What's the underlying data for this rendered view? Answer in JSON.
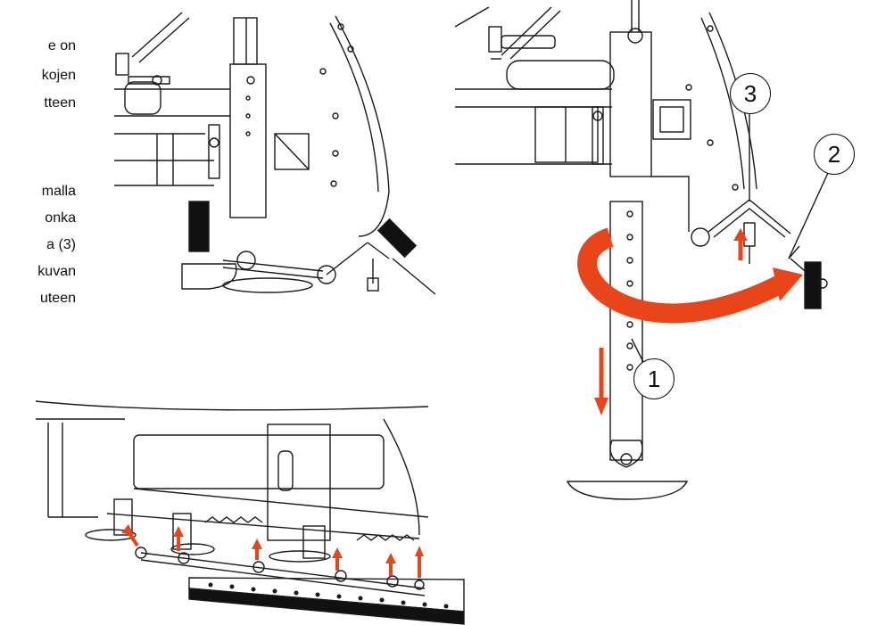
{
  "text_fragments": {
    "para1": [
      "e   on",
      "kojen",
      "tteen"
    ],
    "para2": [
      "malla",
      "onka",
      "a   (3)",
      "kuvan",
      "uteen"
    ]
  },
  "callouts": {
    "c1": "1",
    "c2": "2",
    "c3": "3"
  },
  "colors": {
    "arrow": "#e8461a",
    "line": "#1a1a1a",
    "background": "#ffffff"
  }
}
